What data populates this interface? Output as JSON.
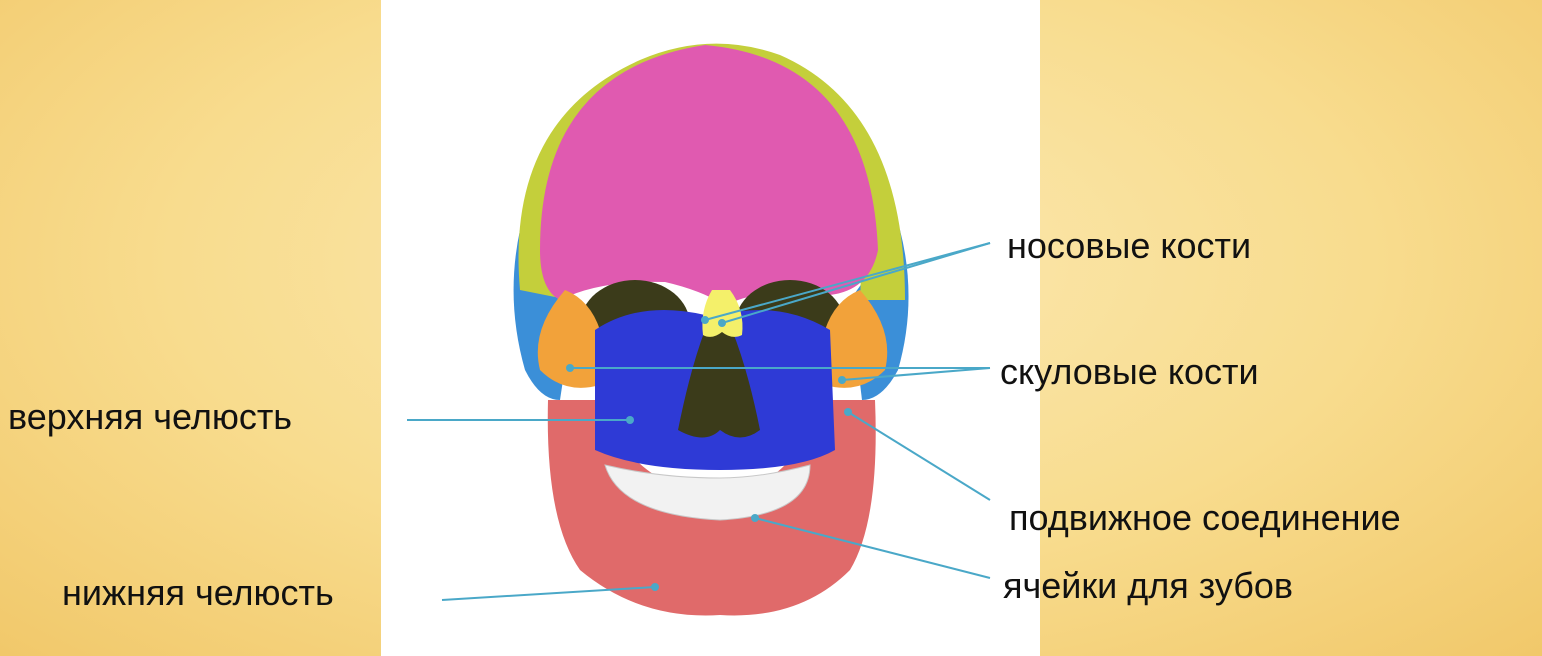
{
  "colors": {
    "background": "#f8dc8e",
    "frontal_bone": "#e05ab0",
    "parietal_bone": "#c4cf3b",
    "temporal_bone": "#3b8fd8",
    "zygomatic_bone": "#f2a23a",
    "maxilla": "#2e3ad6",
    "nasal_bones": "#f4f06a",
    "mandible": "#e06a6a",
    "teeth": "#f2f2f2",
    "leader_line": "#4aa8c8"
  },
  "labels": {
    "nasal": "носовые кости",
    "zygomatic": "скуловые кости",
    "upper_jaw": "верхняя челюсть",
    "joint": "подвижное соединение",
    "lower_jaw": "нижняя челюсть",
    "sockets": "ячейки для зубов"
  }
}
